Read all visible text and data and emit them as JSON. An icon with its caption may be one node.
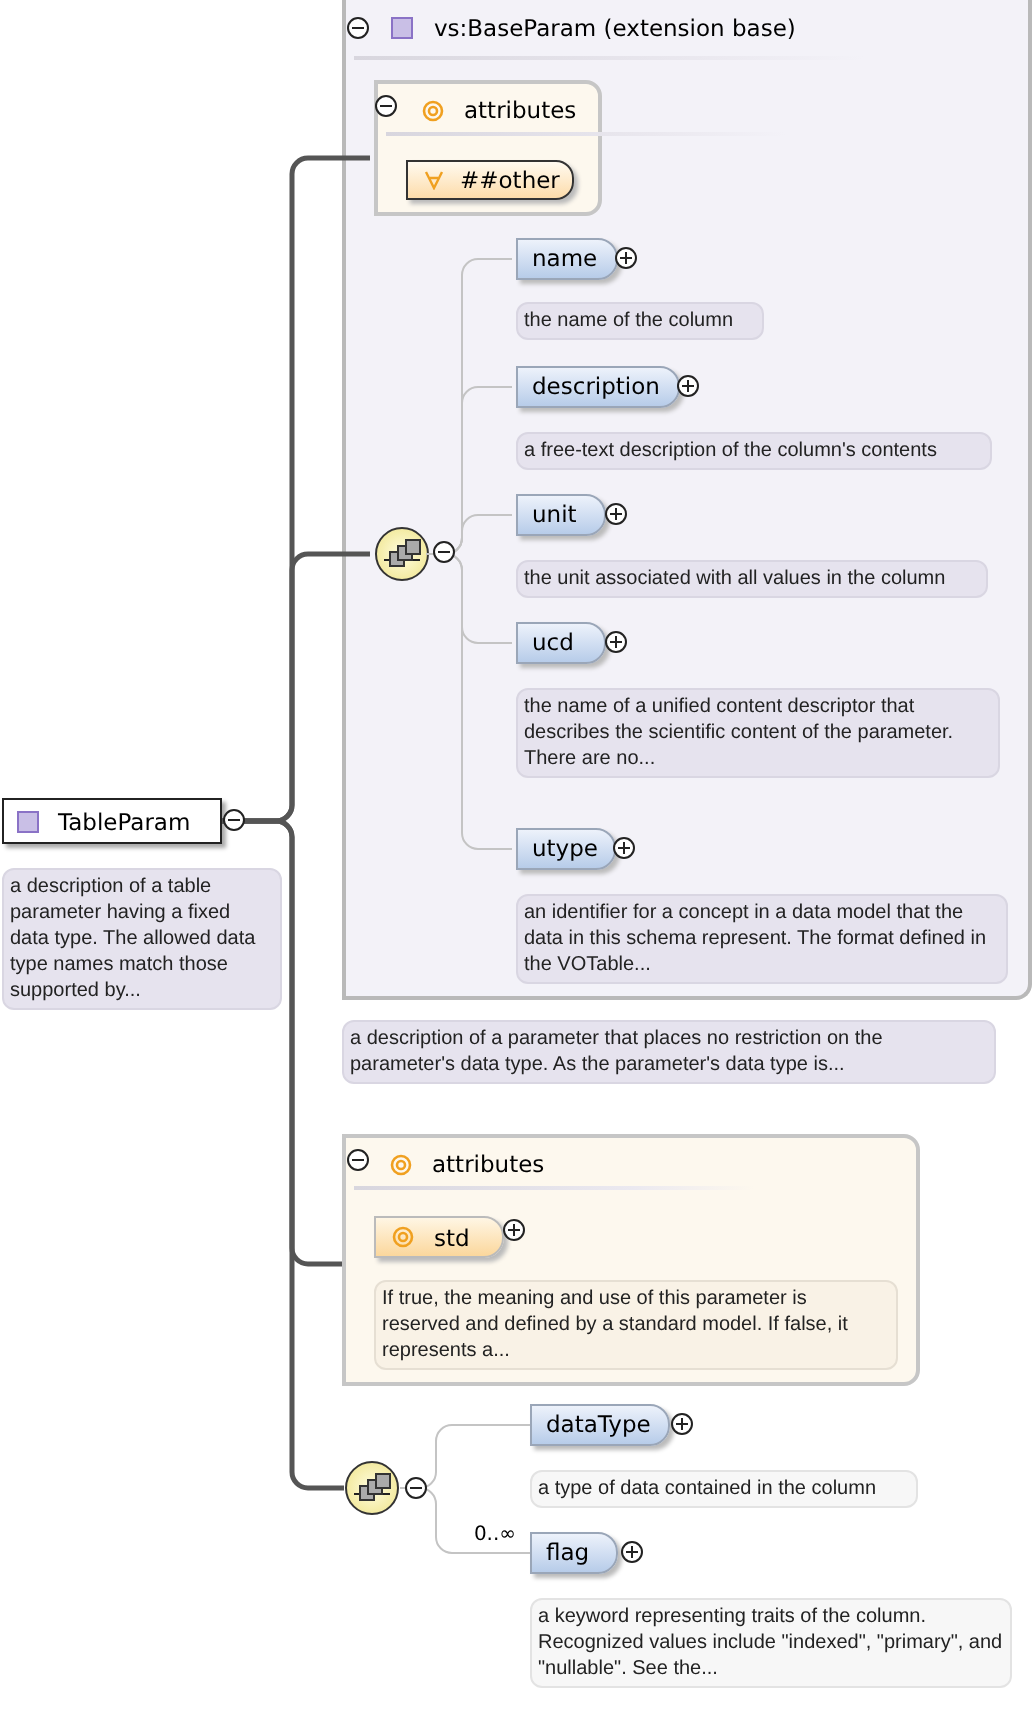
{
  "diagram": {
    "nodes": [
      {
        "text": [
          "TableParam"
        ],
        "beside": [
          "a description of a table parameter having a fixed data type. The allowed data type names match those supported by..."
        ]
      },
      {
        "text": [
          "vs:BaseParam (extension base)"
        ],
        "beside": [
          "a description of a parameter that places no restriction on the parameter's data type. As the parameter's data type is..."
        ]
      },
      {
        "text": [
          "attributes"
        ],
        "in": 1
      },
      {
        "text": [
          "##other"
        ],
        "in": 2
      },
      {
        "text": [],
        "shape": "circle",
        "in": 1
      },
      {
        "text": [
          "name"
        ],
        "in": 1,
        "beside": [
          "the name of the column"
        ]
      },
      {
        "text": [
          "description"
        ],
        "in": 1,
        "beside": [
          "a free-text description of the column's contents"
        ]
      },
      {
        "text": [
          "unit"
        ],
        "in": 1,
        "beside": [
          "the unit associated with all values in the column"
        ]
      },
      {
        "text": [
          "ucd"
        ],
        "in": 1,
        "beside": [
          "the name of a unified content descriptor that describes the scientific content of the parameter. There are no..."
        ]
      },
      {
        "text": [
          "utype"
        ],
        "in": 1,
        "beside": [
          "an identifier for a concept in a data model that the data in this schema represent. The format defined in the VOTable..."
        ]
      },
      {
        "text": [
          "attributes"
        ]
      },
      {
        "text": [
          "std"
        ],
        "in": 10,
        "beside": [
          "If true, the meaning and use of this parameter is reserved and defined by a standard model. If false, it represents a..."
        ]
      },
      {
        "text": [],
        "shape": "circle"
      },
      {
        "text": [
          "dataType"
        ],
        "beside": [
          "a type of data contained in the column"
        ]
      },
      {
        "text": [
          "flag"
        ],
        "beside": [
          "a keyword representing traits of the column. Recognized values include \"indexed\", \"primary\", and \"nullable\". See the..."
        ]
      }
    ],
    "edges": [
      {
        "from": 0,
        "to": 2,
        "arrow": "none",
        "style": "thick",
        "color": "#555555"
      },
      {
        "from": 0,
        "to": 4,
        "arrow": "none",
        "style": "thick",
        "color": "#555555"
      },
      {
        "from": 0,
        "to": 10,
        "arrow": "none",
        "style": "thick",
        "color": "#555555"
      },
      {
        "from": 0,
        "to": 12,
        "arrow": "none",
        "style": "thick",
        "color": "#555555"
      },
      {
        "from": 4,
        "to": 5,
        "arrow": "none"
      },
      {
        "from": 4,
        "to": 6,
        "arrow": "none"
      },
      {
        "from": 4,
        "to": 7,
        "arrow": "none"
      },
      {
        "from": 4,
        "to": 8,
        "arrow": "none"
      },
      {
        "from": 4,
        "to": 9,
        "arrow": "none"
      },
      {
        "from": 12,
        "to": 13,
        "arrow": "none"
      },
      {
        "from": 12,
        "to": 14,
        "arrow": "none",
        "label": "0..∞"
      }
    ]
  }
}
